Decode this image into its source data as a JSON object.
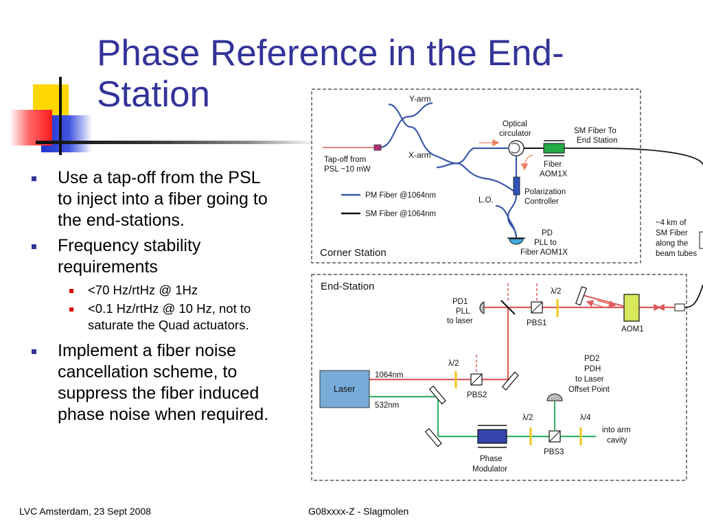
{
  "slide": {
    "title_line1": "Phase Reference in the End-",
    "title_line2": "Station"
  },
  "bullets": [
    {
      "text_lines": [
        "Use a tap-off from the PSL",
        "to inject into a fiber going to",
        "the end-stations."
      ]
    },
    {
      "text_lines": [
        "Frequency stability",
        "requirements"
      ],
      "sub": [
        {
          "text_lines": [
            "<70 Hz/rtHz @ 1Hz"
          ]
        },
        {
          "text_lines": [
            "<0.1 Hz/rtHz @ 10 Hz, not to",
            "saturate the Quad actuators."
          ]
        }
      ]
    },
    {
      "text_lines": [
        "Implement a fiber noise",
        "cancellation scheme, to",
        "suppress the fiber induced",
        "phase noise when required."
      ]
    }
  ],
  "diagram": {
    "corner_station": {
      "box_label": "Corner Station",
      "y_arm": "Y-arm",
      "x_arm": "X-arm",
      "tapoff": [
        "Tap-off from",
        "PSL ~10 mW"
      ],
      "optical_circulator": [
        "Optical",
        "circulator"
      ],
      "sm_fiber_to": [
        "SM Fiber To",
        "End Station"
      ],
      "fiber_aom": [
        "Fiber",
        "AOM1X"
      ],
      "polarization_controller": [
        "Polarization",
        "Controller"
      ],
      "lo": "L.O.",
      "pd": [
        "PD",
        "PLL to",
        "Fiber AOM1X"
      ],
      "legend_pm": "PM Fiber @1064nm",
      "legend_sm": "SM Fiber @1064nm"
    },
    "fiber_run": [
      "~4 km of",
      "SM Fiber",
      "along the",
      "beam tubes"
    ],
    "end_station": {
      "box_label": "End-Station",
      "pd1": [
        "PD1",
        "PLL",
        "to laser"
      ],
      "pbs1": "PBS1",
      "lambda2_top": "λ/2",
      "aom1": "AOM1",
      "lambda2_left": "λ/2",
      "laser": "Laser",
      "nm1064": "1064nm",
      "nm532": "532nm",
      "pbs2": "PBS2",
      "pd2": [
        "PD2",
        "PDH",
        "to Laser",
        "Offset Point"
      ],
      "phase_modulator": [
        "Phase",
        "Modulator"
      ],
      "lambda2_bottom": "λ/2",
      "pbs3": "PBS3",
      "lambda4": "λ/4",
      "into_arm": [
        "into arm",
        "cavity"
      ]
    },
    "colors": {
      "pm_fiber": "#3a57a8",
      "red_beam": "#e05a5a",
      "green_beam": "#33b066",
      "aom1": "#d7e65a",
      "fiber_aom": "#22aa44",
      "pol_controller": "#3355bb",
      "laser": "#77acd8",
      "phase_modulator": "#3344aa",
      "waveplate": "#f0c419",
      "tapoff_marker": "#b0306e"
    }
  },
  "footer": {
    "left": "LVC Amsterdam, 23 Sept 2008",
    "center": "G08xxxx-Z - Slagmolen"
  }
}
